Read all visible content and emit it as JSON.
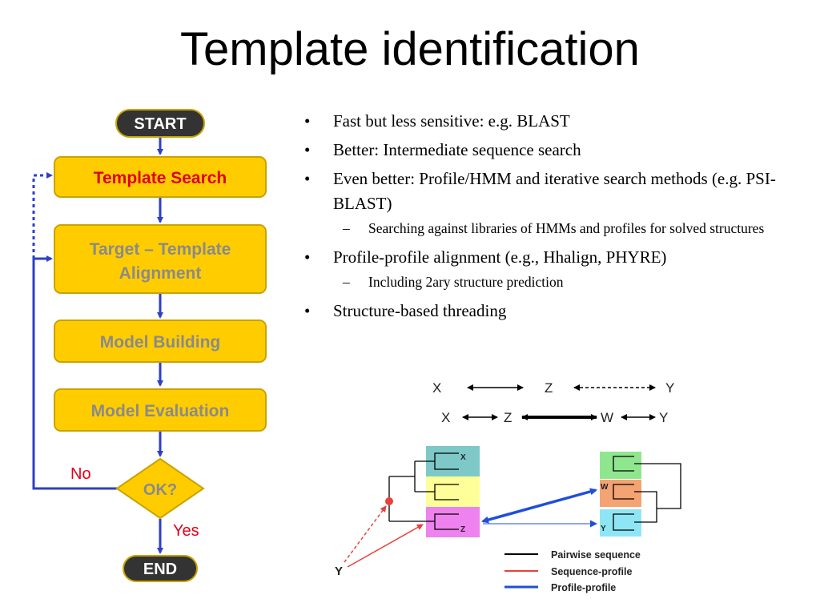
{
  "title": "Template identification",
  "flowchart": {
    "start": "START",
    "steps": [
      "Template Search",
      "Target – Template",
      "Alignment",
      "Model Building",
      "Model Evaluation"
    ],
    "decision": "OK?",
    "no_label": "No",
    "yes_label": "Yes",
    "end": "END",
    "colors": {
      "box_fill": "#ffcc00",
      "box_border": "#c9a300",
      "active_text": "#e0001b",
      "inactive_text": "#8a8a8a",
      "arrow": "#2e3fc8",
      "terminal": "#333333"
    }
  },
  "bullets": [
    {
      "text": "Fast but less sensitive: e.g. BLAST",
      "subs": []
    },
    {
      "text": "Better: Intermediate sequence search",
      "subs": []
    },
    {
      "text": "Even better: Profile/HMM and iterative search methods (e.g. PSI-BLAST)",
      "subs": [
        "Searching against libraries of HMMs and profiles for solved structures"
      ]
    },
    {
      "text": "Profile-profile alignment (e.g., Hhalign, PHYRE)",
      "subs": [
        "Including 2ary structure prediction"
      ]
    },
    {
      "text": "Structure-based threading",
      "subs": []
    }
  ],
  "diagram": {
    "row1": [
      "X",
      "Z",
      "Y"
    ],
    "row2": [
      "X",
      "Z",
      "W",
      "Y"
    ],
    "tree_labels": [
      "X",
      "Z",
      "W",
      "Y",
      "Y"
    ],
    "legend": [
      "Pairwise sequence",
      "Sequence-profile",
      "Profile-profile"
    ],
    "colors": {
      "teal": "#7ec8c8",
      "yellow": "#ffff99",
      "magenta": "#ee82ee",
      "green": "#8fe68f",
      "orange": "#f4a373",
      "cyan": "#8ee6f4",
      "pairwise": "#000000",
      "seq_profile": "#e8413a",
      "profile_profile": "#1f4fd8"
    }
  }
}
